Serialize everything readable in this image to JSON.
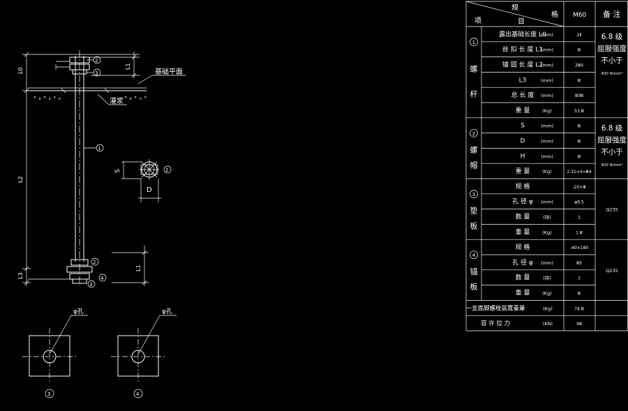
{
  "drawing": {
    "labels": {
      "dim_top": "L0",
      "dim_l1_top": "L1",
      "dim_l2": "L2",
      "dim_l1_bottom": "L1",
      "dim_l3": "L3",
      "foundation_surface": "基础平面",
      "grout": "灌浆",
      "bolt_number": "1",
      "nut_number_top": "2",
      "washer_number_top": "3",
      "nut_number_bottom": "2",
      "washer_number_bottom": "3",
      "anchor_plate_number": "4",
      "nut_view_number": "2",
      "dim_s": "S",
      "dim_d": "D",
      "hole_label_left": "φ孔",
      "hole_label_right": "φ孔",
      "plate_left_number": "3",
      "plate_right_number": "4"
    }
  },
  "table": {
    "header": {
      "corner_top": "规",
      "corner_right": "格",
      "corner_mid": "目",
      "corner_left": "项",
      "spec": "M60",
      "remark": "备 注"
    },
    "groups": [
      {
        "number": "1",
        "name": [
          "螺",
          "杆"
        ],
        "rows": [
          {
            "item": "露出基础长度  L0",
            "unit": "(mm)",
            "value": "2Ⅱ"
          },
          {
            "item": "丝 扣 长 度   L1",
            "unit": "(mm)",
            "value": "Ⅲ"
          },
          {
            "item": "锚 固 长 度   L2",
            "unit": "(mm)",
            "value": "2Ⅲ0"
          },
          {
            "item": "L3",
            "unit": "(mm)",
            "value": "Ⅲ"
          },
          {
            "item": "总  长  度",
            "unit": "(mm)",
            "value": "Ⅲ3Ⅲ"
          },
          {
            "item": "重         量",
            "unit": "(Kg)",
            "value": "53.Ⅲ"
          }
        ],
        "remark": [
          "6.8 级",
          "屈服强度",
          "不小于",
          "400 N/mm²"
        ]
      },
      {
        "number": "2",
        "name": [
          "螺",
          "帽"
        ],
        "rows": [
          {
            "item": "S",
            "unit": "(mm)",
            "value": "Ⅲ"
          },
          {
            "item": "D",
            "unit": "(mm)",
            "value": "Ⅲ"
          },
          {
            "item": "H",
            "unit": "(mm)",
            "value": "Ⅲ"
          },
          {
            "item": "重         量",
            "unit": "(Kg)",
            "value": "2.31×4=Ⅲ4"
          }
        ],
        "remark": [
          "6.8 级",
          "屈服强度",
          "不小于",
          "400 N/mm²"
        ]
      },
      {
        "number": "3",
        "name": [
          "垫",
          "板"
        ],
        "rows": [
          {
            "item": "规         格",
            "unit": "",
            "value": "-20×Ⅲ"
          },
          {
            "item": "孔    径  φ",
            "unit": "(mm)",
            "value": "φ9.5"
          },
          {
            "item": "数         量",
            "unit": "(块)",
            "value": "1"
          },
          {
            "item": "重         量",
            "unit": "(Kg)",
            "value": "1.Ⅲ"
          }
        ],
        "remark": [
          "Q235"
        ]
      },
      {
        "number": "4",
        "name": [
          "锚",
          "板"
        ],
        "rows": [
          {
            "item": "规         格",
            "unit": "",
            "value": "-40×180"
          },
          {
            "item": "孔    径  φ",
            "unit": "(mm)",
            "value": "Ⅲ5"
          },
          {
            "item": "数         量",
            "unit": "(块)",
            "value": "1"
          },
          {
            "item": "重         量",
            "unit": "(Kg)",
            "value": "Ⅲ"
          }
        ],
        "remark": [
          "Q235"
        ]
      }
    ],
    "footer": [
      {
        "item": "一支底脚螺栓装置重量",
        "unit": "(Kg)",
        "value": "74.Ⅲ"
      },
      {
        "item": "容   许   拉   力",
        "unit": "(KN)",
        "value": "4Ⅲ"
      }
    ]
  }
}
